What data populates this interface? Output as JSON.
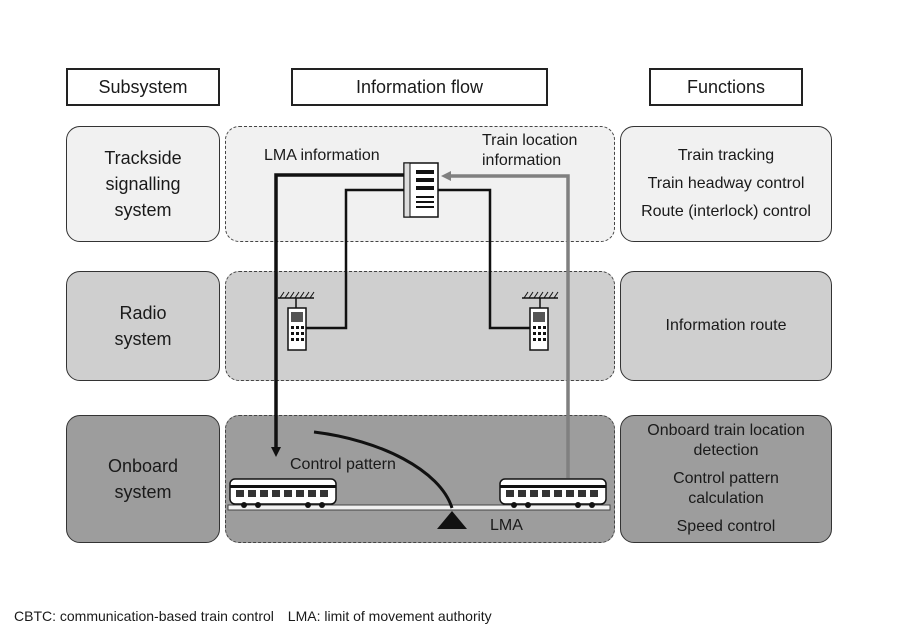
{
  "headers": {
    "subsystem": "Subsystem",
    "information_flow": "Information flow",
    "functions": "Functions"
  },
  "subsystems": [
    {
      "lines": [
        "Trackside",
        "signalling",
        "system"
      ]
    },
    {
      "lines": [
        "Radio",
        "system"
      ]
    },
    {
      "lines": [
        "Onboard",
        "system"
      ]
    }
  ],
  "functions": [
    {
      "items": [
        "Train tracking",
        "Train headway control",
        "Route (interlock) control"
      ]
    },
    {
      "items": [
        "Information route"
      ]
    },
    {
      "items": [
        "Onboard train location detection",
        "Control pattern calculation",
        "Speed control"
      ]
    }
  ],
  "flow_labels": {
    "lma_information": "LMA information",
    "train_location_information": [
      "Train location",
      "information"
    ],
    "control_pattern": "Control pattern",
    "lma": "LMA"
  },
  "footnote": {
    "cbtc": "CBTC: communication-based train control",
    "lma": "LMA: limit of movement authority"
  },
  "colors": {
    "trackside_fill": "#f1f1f1",
    "radio_fill": "#cfcfcf",
    "onboard_fill": "#9d9d9d",
    "lma_arrow": "#111111",
    "location_arrow": "#808080"
  }
}
